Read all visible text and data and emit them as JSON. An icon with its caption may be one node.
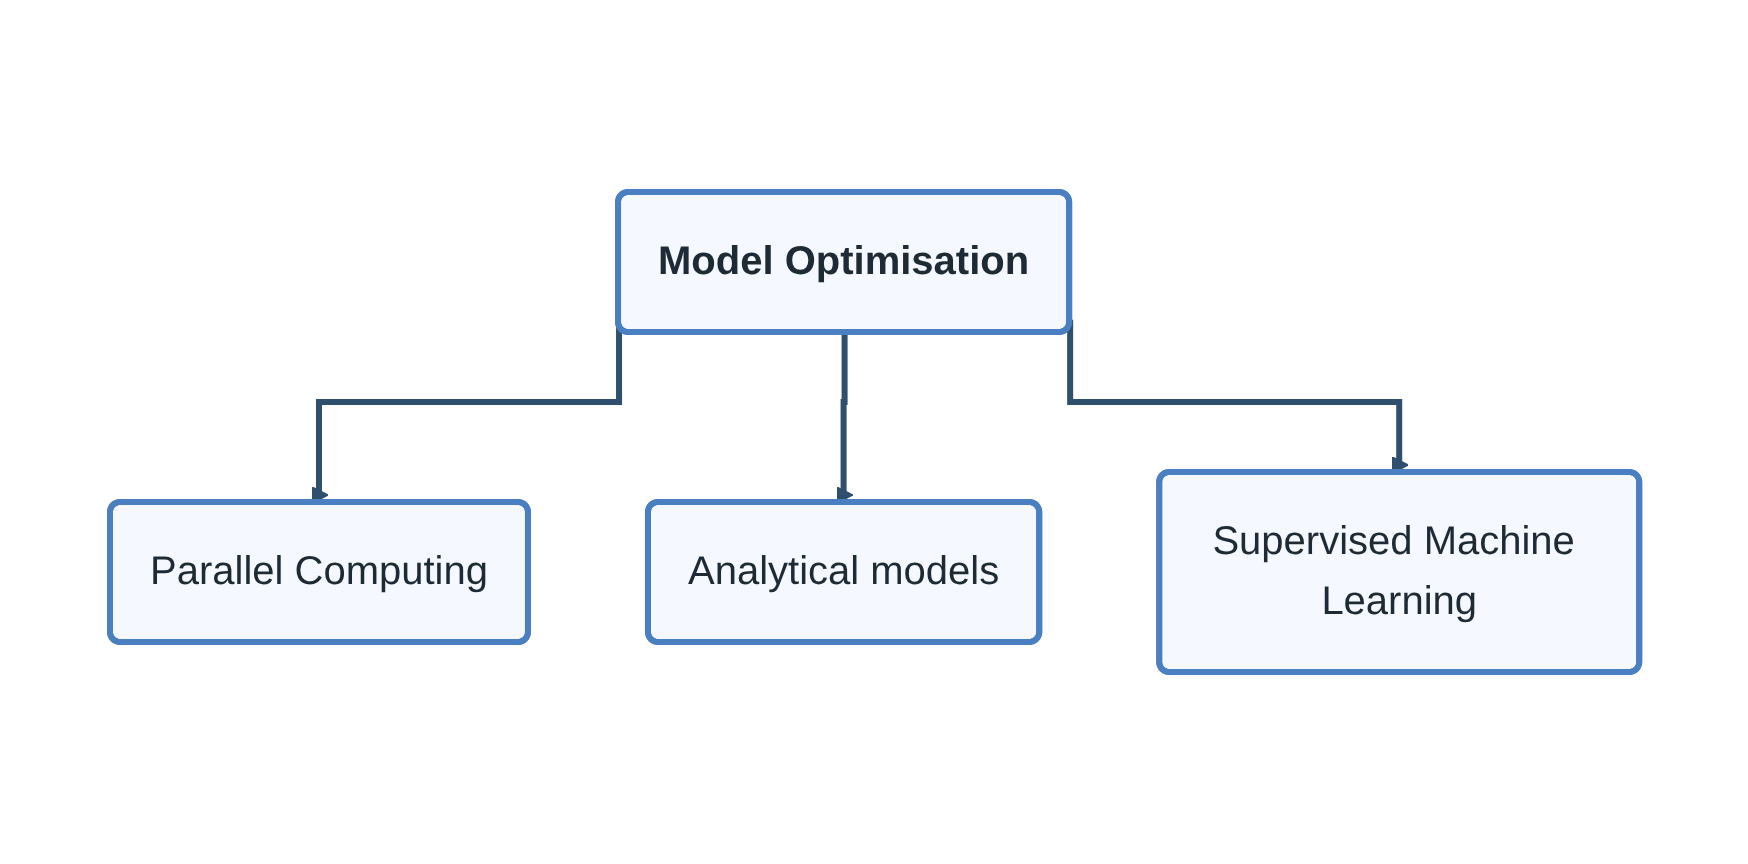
{
  "diagram": {
    "nodes": [
      {
        "text": [
          "Model Optimisation"
        ]
      },
      {
        "text": [
          "Parallel Computing"
        ]
      },
      {
        "text": [
          "Analytical models"
        ]
      },
      {
        "text": [
          "Supervised Machine Learning"
        ]
      }
    ],
    "edges": [
      {
        "from": 0,
        "to": 1,
        "arrow": "to"
      },
      {
        "from": 0,
        "to": 2,
        "arrow": "to"
      },
      {
        "from": 0,
        "to": 3,
        "arrow": "to"
      }
    ]
  }
}
